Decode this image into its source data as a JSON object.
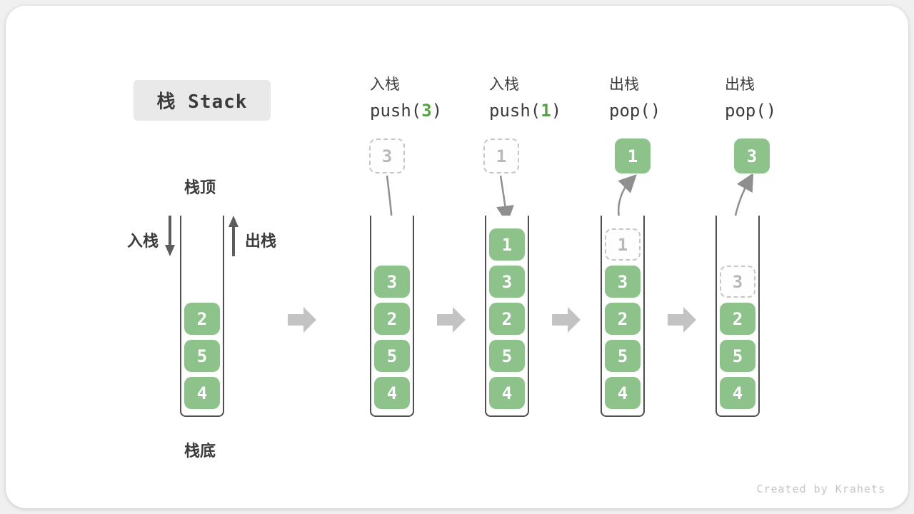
{
  "title": "栈 Stack",
  "side_labels": {
    "stack_top": "栈顶",
    "stack_bottom": "栈底",
    "push": "入栈",
    "pop": "出栈"
  },
  "footer": "Created by Krahets",
  "colors": {
    "cell_green": "#8dc38a",
    "code_arg_green": "#56a049",
    "flow_arrow_gray": "#c3c3c3",
    "curve_arrow_gray": "#8f8f8f",
    "text_dark": "#3b3b3b",
    "ghost_gray": "#b9b9b9",
    "title_bg": "#e9e9e9"
  },
  "stages": [
    {
      "name": "initial-stack",
      "cells": [
        {
          "value": "2"
        },
        {
          "value": "5"
        },
        {
          "value": "4"
        }
      ]
    },
    {
      "name": "push-3",
      "header_cn": "入栈",
      "code_pre": "push(",
      "code_arg": "3",
      "code_post": ")",
      "floating_value": "3",
      "cells": [
        {
          "value": "3"
        },
        {
          "value": "2"
        },
        {
          "value": "5"
        },
        {
          "value": "4"
        }
      ]
    },
    {
      "name": "push-1",
      "header_cn": "入栈",
      "code_pre": "push(",
      "code_arg": "1",
      "code_post": ")",
      "floating_value": "1",
      "cells": [
        {
          "value": "1"
        },
        {
          "value": "3"
        },
        {
          "value": "2"
        },
        {
          "value": "5"
        },
        {
          "value": "4"
        }
      ]
    },
    {
      "name": "pop-1",
      "header_cn": "出栈",
      "code_pre": "pop(",
      "code_arg": "",
      "code_post": ")",
      "floating_value": "1",
      "cells": [
        {
          "value": "1",
          "ghost": true
        },
        {
          "value": "3"
        },
        {
          "value": "2"
        },
        {
          "value": "5"
        },
        {
          "value": "4"
        }
      ]
    },
    {
      "name": "pop-3",
      "header_cn": "出栈",
      "code_pre": "pop(",
      "code_arg": "",
      "code_post": ")",
      "floating_value": "3",
      "cells": [
        {
          "value": "3",
          "ghost": true
        },
        {
          "value": "2"
        },
        {
          "value": "5"
        },
        {
          "value": "4"
        }
      ]
    }
  ]
}
